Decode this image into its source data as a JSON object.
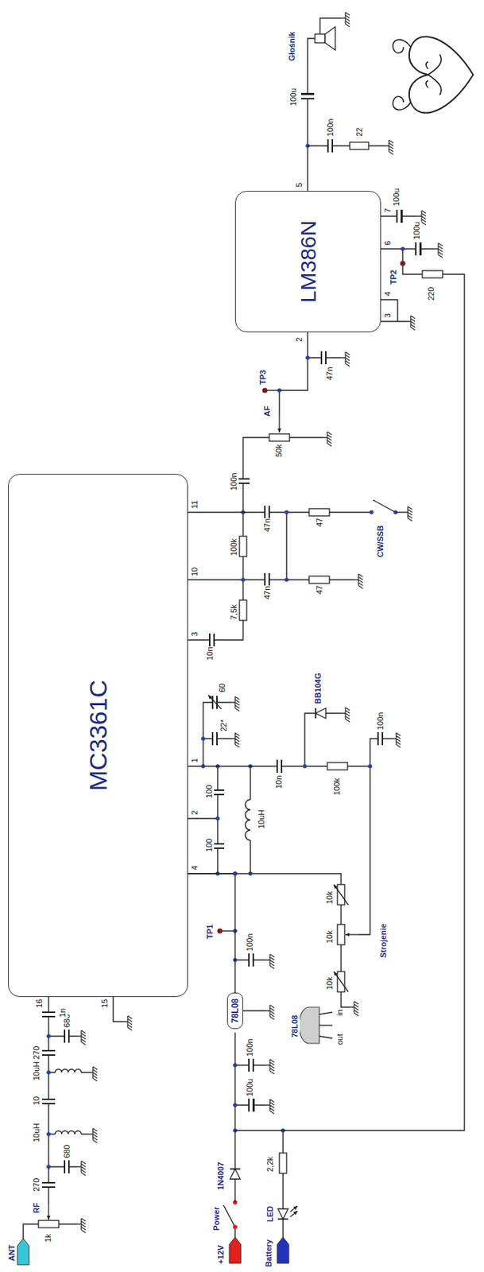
{
  "diagram": {
    "nodes": [
      {
        "text": [
          "MC3361C"
        ]
      },
      {
        "text": [
          "LM386N"
        ]
      },
      {
        "text": [
          "78L08"
        ]
      }
    ],
    "edges": [
      {
        "from": 2,
        "to": 0,
        "arrow": "none"
      }
    ],
    "labels": [
      "ANT",
      "RF",
      "1k",
      "270",
      "680",
      "10uH",
      "10",
      "10uH",
      "270",
      "680",
      "1n",
      "16",
      "15",
      "4",
      "2",
      "1",
      "3",
      "10",
      "11",
      "100",
      "100",
      "10uH",
      "22*",
      "60",
      "10n",
      "BB104G",
      "100k",
      "100n",
      "10k",
      "10k",
      "10k",
      "Strojenie",
      "+12V",
      "Power",
      "1N4007",
      "100u",
      "100n",
      "100n",
      "TP1",
      "Battery",
      "LED",
      "2,2k",
      "78L08",
      "out",
      "in",
      "10n",
      "7,5k",
      "100k",
      "47n",
      "47n",
      "47",
      "47",
      "CW/SSB",
      "100n",
      "50k",
      "AF",
      "TP3",
      "47n",
      "2",
      "5",
      "3",
      "4",
      "6",
      "7",
      "TP2",
      "220",
      "100u",
      "100u",
      "100n",
      "22",
      "100u",
      "Głośnik"
    ]
  }
}
